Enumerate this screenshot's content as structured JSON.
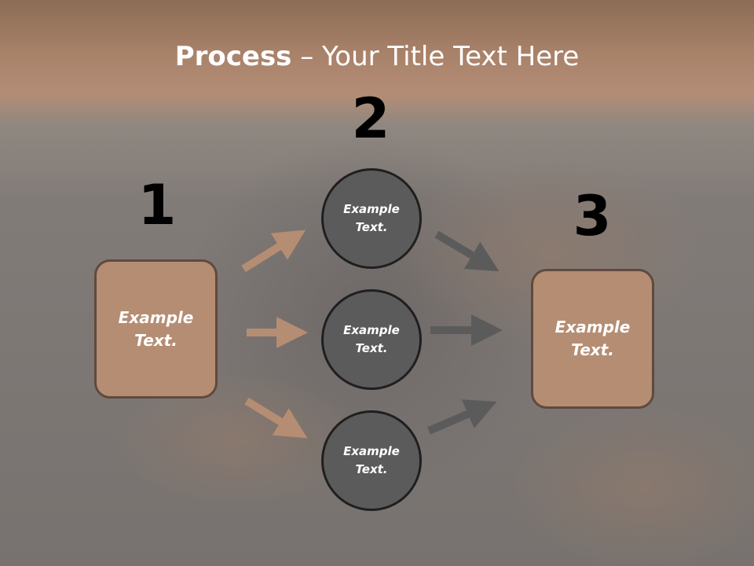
{
  "slide": {
    "title_bold": "Process",
    "title_rest": " – Your Title Text Here",
    "steps": {
      "one": "1",
      "two": "2",
      "three": "3"
    },
    "left_box": {
      "line1": "Example",
      "line2": "Text."
    },
    "right_box": {
      "line1": "Example",
      "line2": "Text."
    },
    "circles": [
      {
        "line1": "Example",
        "line2": "Text."
      },
      {
        "line1": "Example",
        "line2": "Text."
      },
      {
        "line1": "Example",
        "line2": "Text."
      }
    ],
    "colors": {
      "box_fill": "#b58d73",
      "circle_fill": "#5b5b5b",
      "arrow_left": "#b58d73",
      "arrow_right": "#5b5b5b"
    }
  }
}
